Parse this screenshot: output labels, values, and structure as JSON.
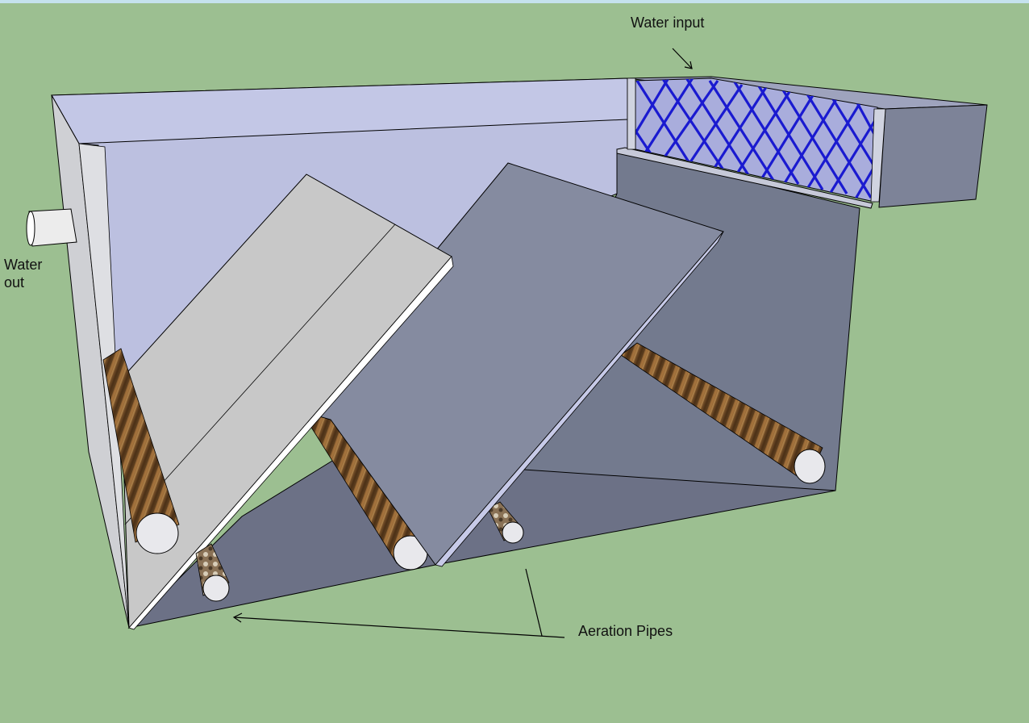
{
  "labels": {
    "water_input": "Water input",
    "water_out_line1": "Water",
    "water_out_line2": "out",
    "aeration_pipes": "Aeration Pipes"
  },
  "colors": {
    "background": "#9cbf91",
    "tank_back_wall": "#bcc0e0",
    "tank_side_wall": "#737a8e",
    "tank_floor": "#6c7186",
    "left_baffle": "#c8c8c8",
    "right_baffle": "#858ba0",
    "mesh": "#1a1ad0",
    "pipe": "#8a5a2a"
  }
}
